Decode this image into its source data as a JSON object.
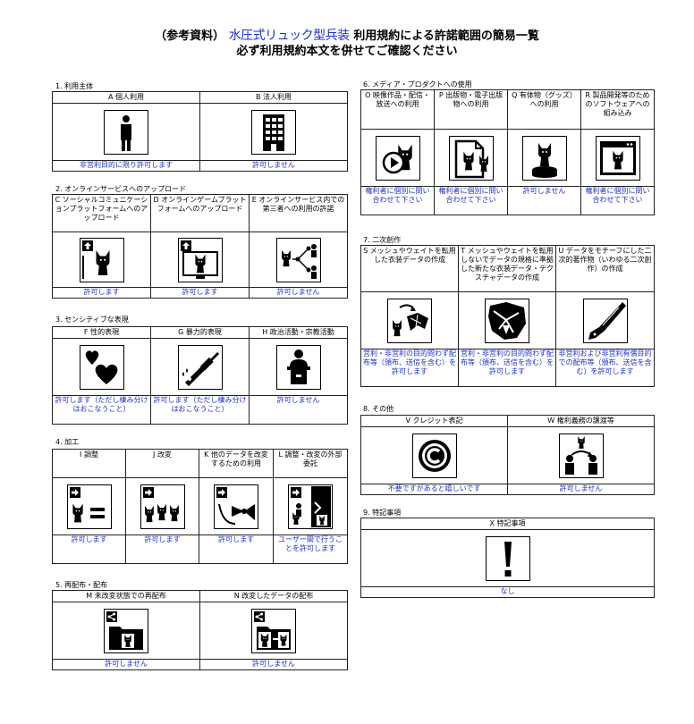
{
  "title": {
    "prefix": "（参考資料）",
    "brand": "水圧式リュック型兵装",
    "suffix": "利用規約による許諾範囲の簡易一覧",
    "line2": "必ず利用規約本文を併せてご確認ください"
  },
  "sections": {
    "s1": {
      "title": "1. 利用主体",
      "items": [
        {
          "label": "A 個人利用",
          "note": "非営利目的に限り許可します"
        },
        {
          "label": "B 法人利用",
          "note": "許可しません"
        }
      ]
    },
    "s2": {
      "title": "2. オンラインサービスへのアップロード",
      "items": [
        {
          "label": "C ソーシャルコミュニケーションプラットフォームへのアップロード",
          "note": "許可します"
        },
        {
          "label": "D オンラインゲームプラットフォームへのアップロード",
          "note": "許可します"
        },
        {
          "label": "E オンラインサービス内での第三者への利用の許諾",
          "note": "許可しません"
        }
      ]
    },
    "s3": {
      "title": "3. センシティブな表現",
      "items": [
        {
          "label": "F 性的表現",
          "note": "許可します（ただし棲み分けはおこなうこと）"
        },
        {
          "label": "G 暴力的表現",
          "note": "許可します（ただし棲み分けはおこなうこと）"
        },
        {
          "label": "H 政治活動・宗教活動",
          "note": "許可しません"
        }
      ]
    },
    "s4": {
      "title": "4. 加工",
      "items": [
        {
          "label": "I 調整",
          "note": "許可します"
        },
        {
          "label": "J 改変",
          "note": "許可します"
        },
        {
          "label": "K 他のデータを改変するための利用",
          "note": "許可します"
        },
        {
          "label": "L 調整・改変の外部委託",
          "note": "ユーザー間で行うことを許可します"
        }
      ]
    },
    "s5": {
      "title": "5. 再配布・配布",
      "items": [
        {
          "label": "M 未改変状態での再配布",
          "note": "許可しません"
        },
        {
          "label": "N 改変したデータの配布",
          "note": "許可しません"
        }
      ]
    },
    "s6": {
      "title": "6. メディア・プロダクトへの使用",
      "items": [
        {
          "label": "O 映像作品・配信・放送への利用",
          "note": "権利者に個別に問い合わせて下さい"
        },
        {
          "label": "P 出版物・電子出版物への利用",
          "note": "権利者に個別に問い合わせて下さい"
        },
        {
          "label": "Q 有体物（グッズ）への利用",
          "note": "許可しません"
        },
        {
          "label": "R 製品開発等のためのソフトウェアへの組み込み",
          "note": "権利者に個別に問い合わせて下さい"
        }
      ]
    },
    "s7": {
      "title": "7. 二次創作",
      "items": [
        {
          "label": "S メッシュやウェイトを転用した衣装データの作成",
          "note": "営利・非営利の目的問わず配布等（頒布、送信を含む）を許可します"
        },
        {
          "label": "T メッシュやウェイトを転用しないでデータの規格に準拠した新たな衣装データ・テクスチャデータの作成",
          "note": "営利・非営利の目的問わず配布等（頒布、送信を含む）を許可します"
        },
        {
          "label": "U データをモチーフにした二次的著作物（いわゆる二次創作）の作成",
          "note": "非営利および非営利有償目的での配布等（頒布、送信を含む）を許可します"
        }
      ]
    },
    "s8": {
      "title": "8. その他",
      "items": [
        {
          "label": "V クレジット表記",
          "note": "不要ですがあると嬉しいです"
        },
        {
          "label": "W 権利義務の譲渡等",
          "note": "許可しません"
        }
      ]
    },
    "s9": {
      "title": "9. 特記事項",
      "items": [
        {
          "label": "X 特記事項",
          "note": "なし"
        }
      ]
    }
  },
  "icons": {
    "A": "person-icon",
    "B": "building-icon",
    "C": "upload-social-icon",
    "D": "upload-game-icon",
    "E": "share-network-icon",
    "F": "hearts-icon",
    "G": "knife-icon",
    "H": "podium-speaker-icon",
    "I": "adjust-equal-icon",
    "J": "modify-cats-icon",
    "K": "modify-bow-icon",
    "L": "outsource-icon",
    "M": "share-folder-icon",
    "N": "share-modified-icon",
    "O": "video-play-icon",
    "P": "document-cat-icon",
    "Q": "goods-figure-icon",
    "R": "software-window-icon",
    "S": "mesh-transfer-icon",
    "T": "new-outfit-icon",
    "U": "pen-nib-icon",
    "V": "copyright-icon",
    "W": "transfer-rights-icon",
    "X": "exclamation-icon"
  },
  "colors": {
    "note_text": "#1a2fd0",
    "brand": "#1a2fd0"
  }
}
